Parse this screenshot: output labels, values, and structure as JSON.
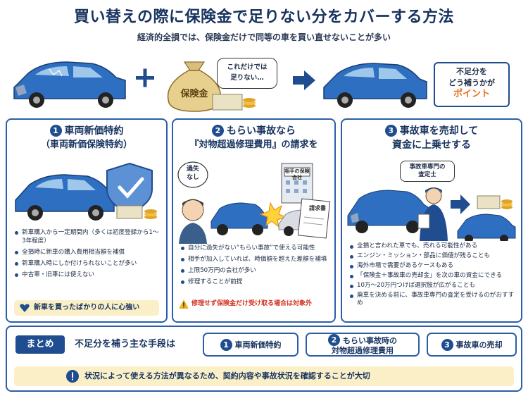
{
  "header": {
    "title": "買い替えの際に保険金で足りない分をカバーする方法",
    "subtitle": "経済的全損では、保険金だけで同等の車を買い直せないことが多い"
  },
  "hero": {
    "money_bag_label": "保険金",
    "speech_line1": "これだけでは",
    "speech_line2": "足りない…",
    "point_line1": "不足分を",
    "point_line2": "どう補うかが",
    "point_accent": "ポイント"
  },
  "panels": [
    {
      "number": "1",
      "title_line1": "車両新価特約",
      "title_line2": "（車両新価保険特約）",
      "bullets": [
        "新車購入から一定期間内（多くは初度登録から1〜3年程度）",
        "全損時に新車の購入費用相当額を補償",
        "新車購入時にしか付けられないことが多い",
        "中古車・旧車には使えない"
      ],
      "note": "新車を買ったばかりの人に心強い"
    },
    {
      "number": "2",
      "title_line1": "もらい事故なら",
      "title_line2": "『対物超過修理費用』の請求を",
      "bubble_line1": "過失",
      "bubble_line2": "なし",
      "insurer_sign": "相手の保険会社",
      "invoice_label": "請求書",
      "bullets": [
        "自分に過失がない“もらい事故”で使える可能性",
        "相手が加入していれば、時価額を超えた差額を補填",
        "上限50万円の会社が多い",
        "修理することが前提"
      ],
      "note": "修理せず保険金だけ受け取る場合は対象外"
    },
    {
      "number": "3",
      "title_line1": "事故車を売却して",
      "title_line2": "資金に上乗せする",
      "appraiser_label_line1": "事故車専門の",
      "appraiser_label_line2": "査定士",
      "bullets": [
        "全損と言われた車でも、売れる可能性がある",
        "エンジン・ミッション・部品に価値が残ることも",
        "海外市場で需要があるケースもある",
        "「保険金＋事故車の売却金」を次の車の資金にできる",
        "10万〜20万円つけば選択肢が広がることも",
        "廃車を決める前に、事故車専門の査定を受けるのがおすすめ"
      ]
    }
  ],
  "summary": {
    "tag": "まとめ",
    "lead": "不足分を補う主な手段は",
    "items": [
      {
        "number": "1",
        "line1": "車両新価特約",
        "line2": ""
      },
      {
        "number": "2",
        "line1": "もらい事故時の",
        "line2": "対物超過修理費用"
      },
      {
        "number": "3",
        "line1": "事故車の売却",
        "line2": ""
      }
    ],
    "conclusion": "状況によって使える方法が異なるため、契約内容や事故状況を確認することが大切"
  },
  "colors": {
    "navy": "#17335f",
    "blue": "#2c5ea8",
    "car_blue": "#2f6fc2",
    "accent_orange": "#e8701a",
    "warning_red": "#d0321e",
    "note_bg": "#fbefc8"
  },
  "icons": [
    "damaged-car-icon",
    "plus-icon",
    "money-bag-icon",
    "arrow-right-icon",
    "new-car-icon",
    "shield-check-icon",
    "coin-stack-icon",
    "heart-icon",
    "person-icon",
    "collision-icon",
    "building-icon",
    "invoice-icon",
    "warning-icon",
    "appraiser-icon",
    "exclamation-icon"
  ]
}
